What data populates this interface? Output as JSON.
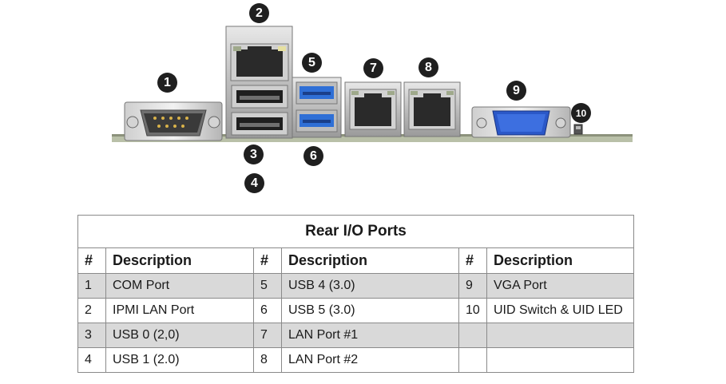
{
  "figure": {
    "callouts": [
      "1",
      "2",
      "3",
      "4",
      "5",
      "6",
      "7",
      "8",
      "9",
      "10"
    ]
  },
  "table": {
    "title": "Rear I/O Ports",
    "headers": [
      "#",
      "Description",
      "#",
      "Description",
      "#",
      "Description"
    ],
    "rows": [
      [
        "1",
        "COM Port",
        "5",
        "USB 4 (3.0)",
        "9",
        "VGA Port"
      ],
      [
        "2",
        "IPMI LAN Port",
        "6",
        "USB 5 (3.0)",
        "10",
        "UID Switch & UID LED"
      ],
      [
        "3",
        "USB 0 (2,0)",
        "7",
        "LAN Port #1",
        "",
        ""
      ],
      [
        "4",
        "USB 1 (2.0)",
        "8",
        "LAN Port #2",
        "",
        ""
      ]
    ]
  },
  "colors": {
    "usb3_blue": "#2f6fd6",
    "vga_blue": "#2b58c8",
    "shade": "#d9d9d9"
  }
}
